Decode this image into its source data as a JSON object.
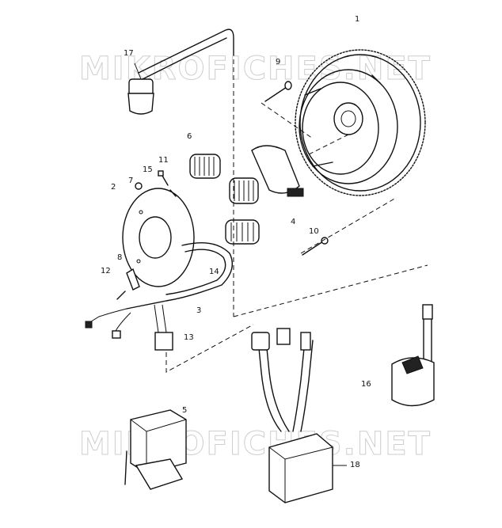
{
  "watermarks": [
    "MIKROFICHES.NET",
    "MIKROFICHES.NET"
  ],
  "callouts": {
    "c1": "1",
    "c2": "2",
    "c3": "3",
    "c4": "4",
    "c5": "5",
    "c6": "6",
    "c7": "7",
    "c8": "8",
    "c9": "9",
    "c10": "10",
    "c11": "11",
    "c12": "12",
    "c13": "13",
    "c14": "14",
    "c15": "15",
    "c16": "16",
    "c17": "17",
    "c18": "18"
  }
}
